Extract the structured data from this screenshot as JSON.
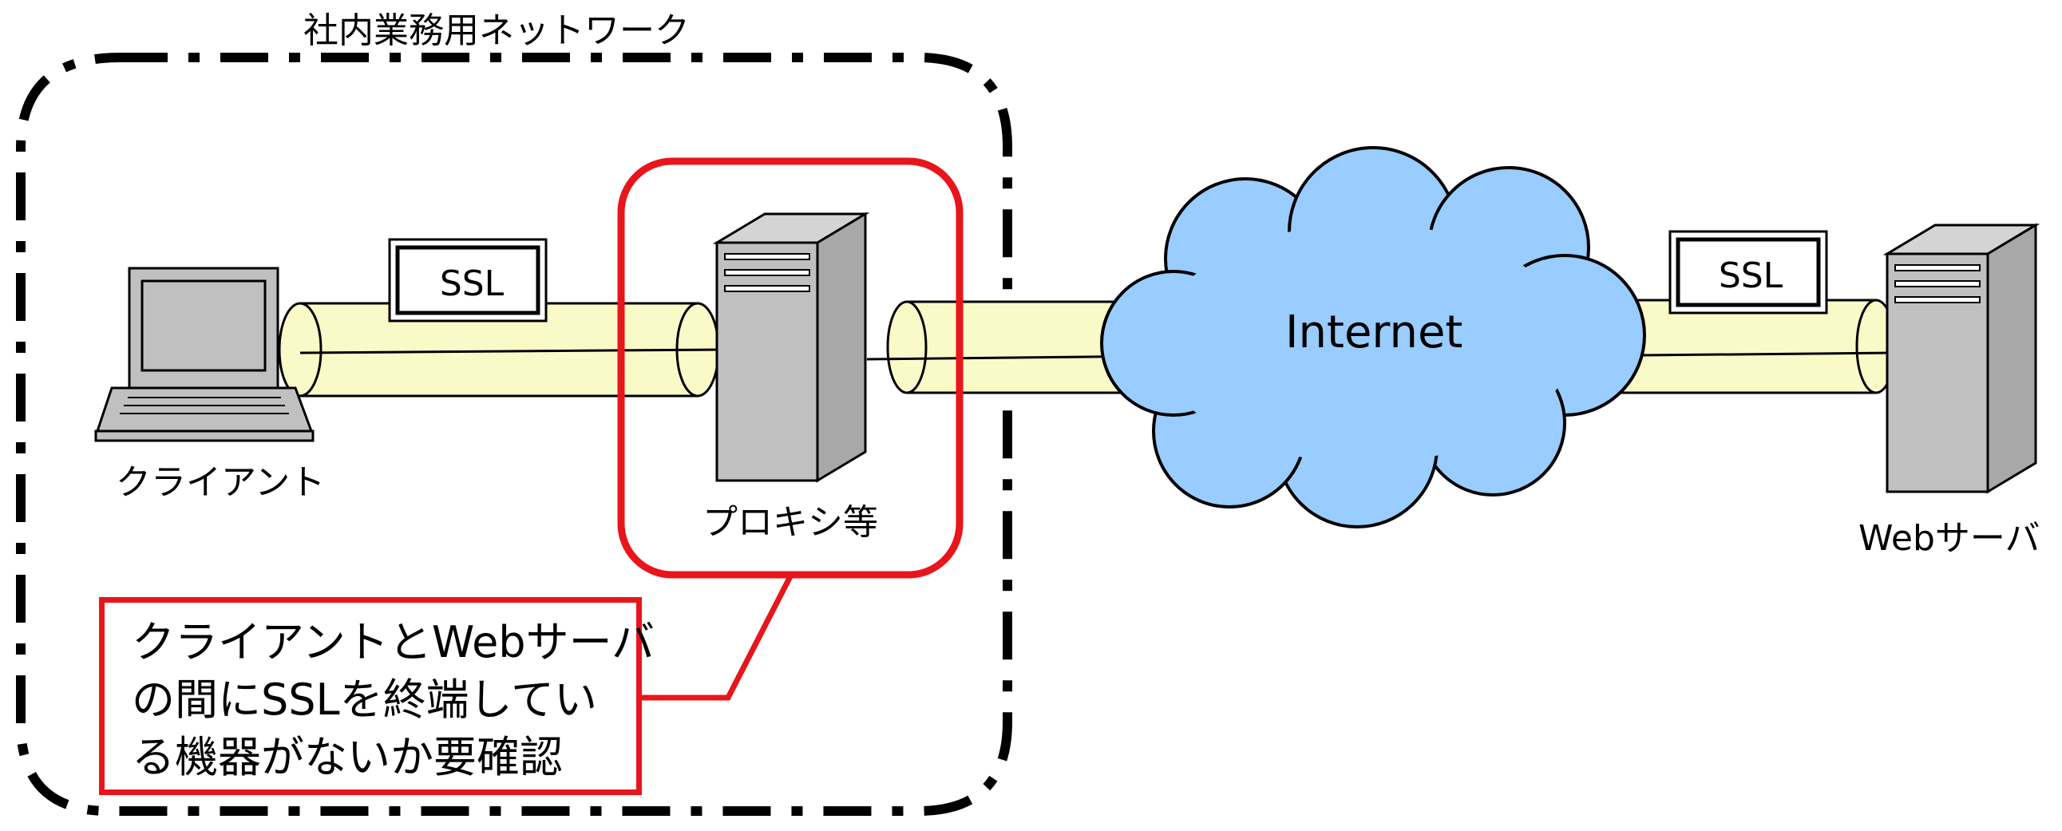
{
  "diagram": {
    "network_label": "社内業務用ネットワーク",
    "client_label": "クライアント",
    "proxy_label": "プロキシ等",
    "internet_label": "Internet",
    "webserver_label": "Webサーバ",
    "ssl_left": "SSL",
    "ssl_right": "SSL",
    "note_lines": [
      "クライアントとWebサーバ",
      "の間にSSLを終端してい",
      "る機器がないか要確認"
    ],
    "colors": {
      "highlight_red": "#e8151b",
      "tunnel_fill": "#fafac8",
      "cloud_fill": "#99ccff",
      "device_gray": "#c0c0c0"
    }
  }
}
